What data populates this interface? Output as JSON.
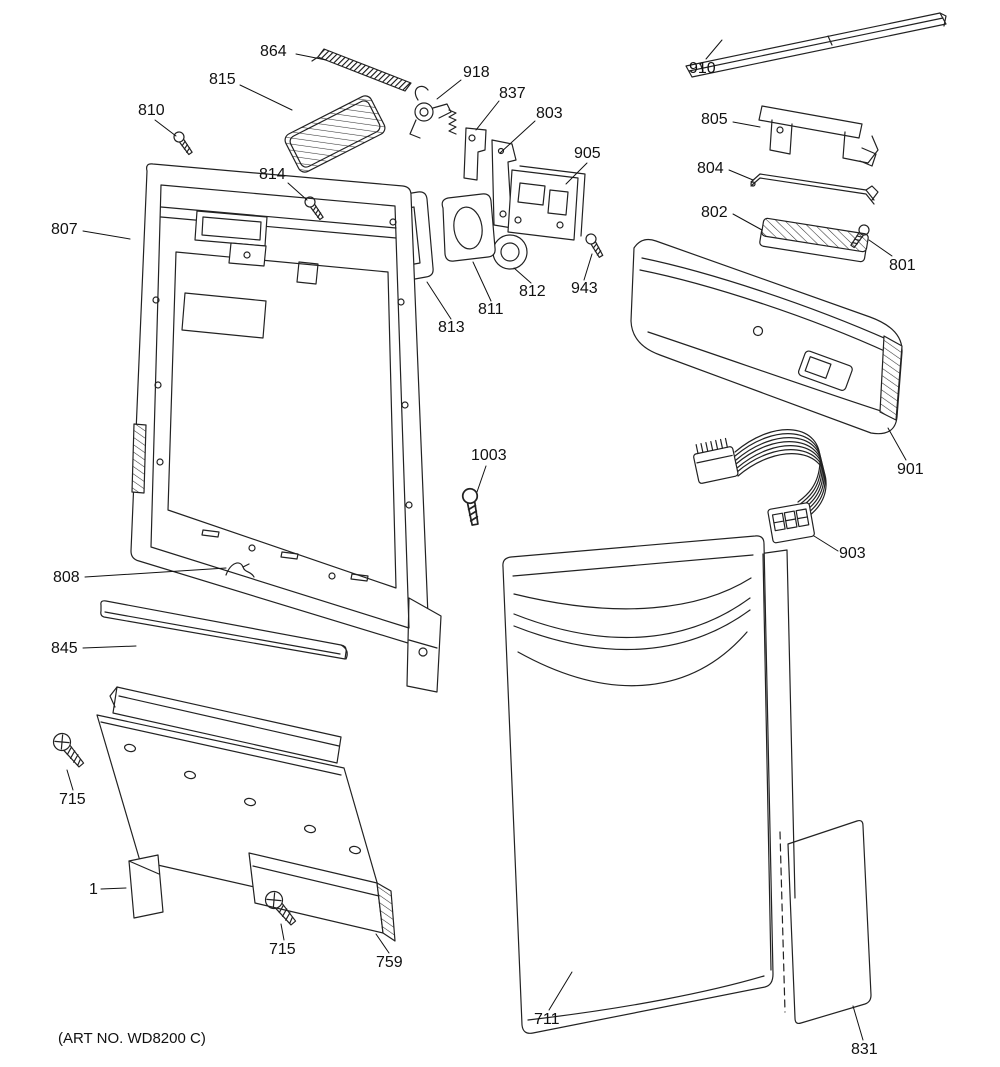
{
  "diagram": {
    "art_no": "(ART NO. WD8200 C)",
    "labels": [
      {
        "part": "864"
      },
      {
        "part": "815"
      },
      {
        "part": "810"
      },
      {
        "part": "918"
      },
      {
        "part": "837"
      },
      {
        "part": "803"
      },
      {
        "part": "905"
      },
      {
        "part": "910"
      },
      {
        "part": "805"
      },
      {
        "part": "804"
      },
      {
        "part": "802"
      },
      {
        "part": "801"
      },
      {
        "part": "814"
      },
      {
        "part": "807"
      },
      {
        "part": "812"
      },
      {
        "part": "943"
      },
      {
        "part": "811"
      },
      {
        "part": "813"
      },
      {
        "part": "901"
      },
      {
        "part": "1003"
      },
      {
        "part": "903"
      },
      {
        "part": "808"
      },
      {
        "part": "845"
      },
      {
        "part": "715"
      },
      {
        "part": "1"
      },
      {
        "part": "715"
      },
      {
        "part": "759"
      },
      {
        "part": "711"
      },
      {
        "part": "831"
      }
    ]
  }
}
